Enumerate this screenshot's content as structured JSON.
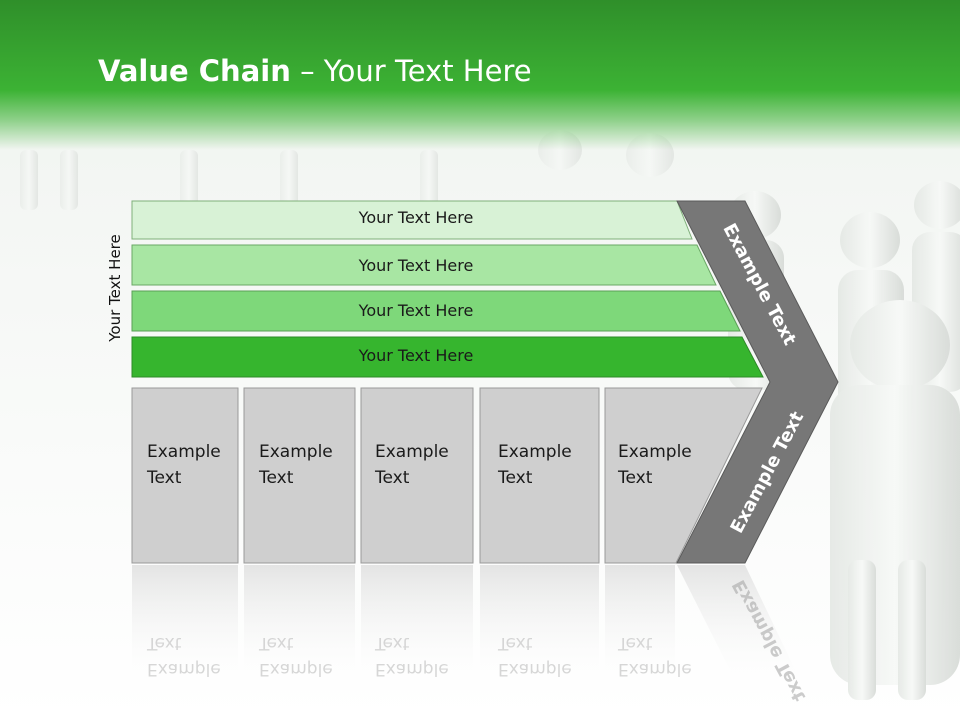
{
  "title": {
    "bold": "Value Chain",
    "rest": " – Your Text Here"
  },
  "side_label": "Your Text Here",
  "bars": [
    {
      "label": "Your Text Here",
      "color": "#d8f2d6"
    },
    {
      "label": "Your Text Here",
      "color": "#a8e6a3"
    },
    {
      "label": "Your Text Here",
      "color": "#7ed87a"
    },
    {
      "label": "Your Text Here",
      "color": "#36b52e"
    }
  ],
  "boxes": [
    {
      "label": "Example\nText"
    },
    {
      "label": "Example\nText"
    },
    {
      "label": "Example\nText"
    },
    {
      "label": "Example\nText"
    },
    {
      "label": "Example\nText"
    }
  ],
  "chevron": {
    "top_label": "Example Text",
    "bottom_label": "Example Text",
    "color": "#777777"
  },
  "colors": {
    "banner": "#3cb234",
    "box_fill": "#cfcfcf"
  }
}
